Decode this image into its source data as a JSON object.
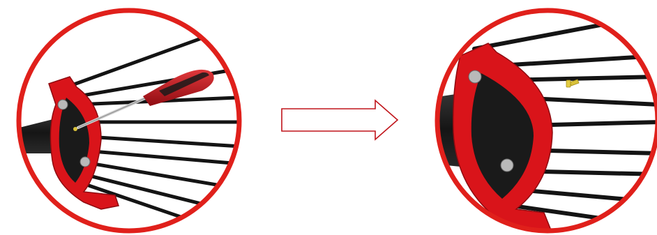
{
  "figure": {
    "colors": {
      "ring": "#e0201b",
      "bracket": "#d9141a",
      "bracket_dark": "#8e0b10",
      "spoke": "#141414",
      "hub": "#1c1c1c",
      "bolt": "#b9b9b9",
      "screw": "#d9c23a",
      "handle": "#c0141a",
      "arrow_stroke": "#c0141a",
      "background": "#ffffff"
    },
    "panels": [
      {
        "id": "before",
        "description_icon": "zoom-circle-with-screwdriver"
      },
      {
        "id": "after",
        "description_icon": "zoom-circle-bracket-removed-screw"
      }
    ],
    "connector_icon": "right-arrow-outline"
  }
}
